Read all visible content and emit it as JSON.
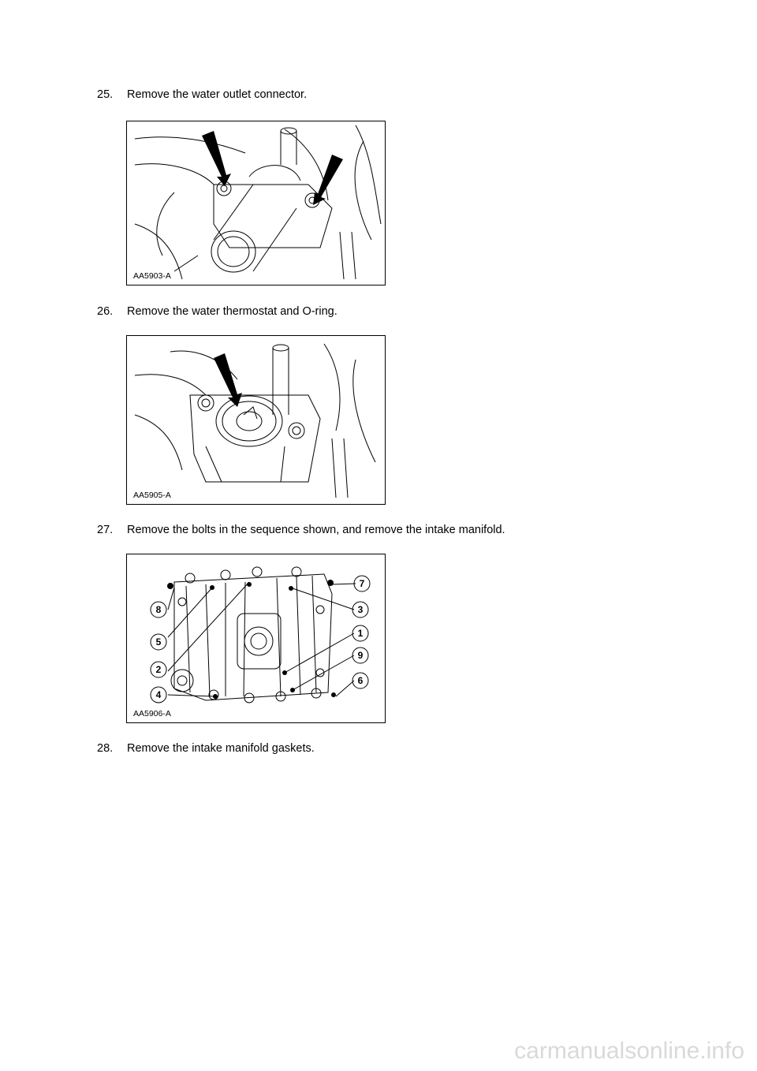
{
  "steps": [
    {
      "number": "25.",
      "text": "Remove the water outlet connector.",
      "figure_id": "AA5903-A"
    },
    {
      "number": "26.",
      "text": "Remove the water thermostat and O-ring.",
      "figure_id": "AA5905-A"
    },
    {
      "number": "27.",
      "text": "Remove the bolts in the sequence shown, and remove the intake manifold.",
      "figure_id": "AA5906-A"
    },
    {
      "number": "28.",
      "text": "Remove the intake manifold gaskets."
    }
  ],
  "bolt_sequence_callouts": [
    "7",
    "8",
    "3",
    "5",
    "1",
    "9",
    "2",
    "6",
    "4"
  ],
  "watermark": "carmanualsonline.info"
}
